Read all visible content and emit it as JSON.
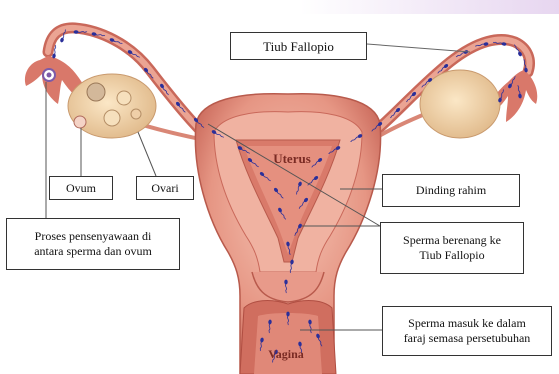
{
  "colors": {
    "background": "#ffffff",
    "tissue": "#e89a8a",
    "tissue_dark": "#c2604f",
    "tissue_light": "#f3c0b2",
    "ovary": "#efd2a6",
    "sperm": "#2a2f9a",
    "label_text": "#7a2b24"
  },
  "labels": {
    "tiub_fallopio": "Tiub Fallopio",
    "ovum": "Ovum",
    "ovari": "Ovari",
    "dinding_rahim": "Dinding rahim",
    "proses_line1": "Proses pensenyawaan di",
    "proses_line2": "antara sperma dan ovum",
    "sperma_berenang_line1": "Sperma berenang ke",
    "sperma_berenang_line2": "Tiub Fallopio",
    "sperma_masuk_line1": "Sperma masuk ke dalam",
    "sperma_masuk_line2": "faraj semasa persetubuhan"
  },
  "organ_labels": {
    "uterus": "Uterus",
    "vagina": "Vagina"
  }
}
